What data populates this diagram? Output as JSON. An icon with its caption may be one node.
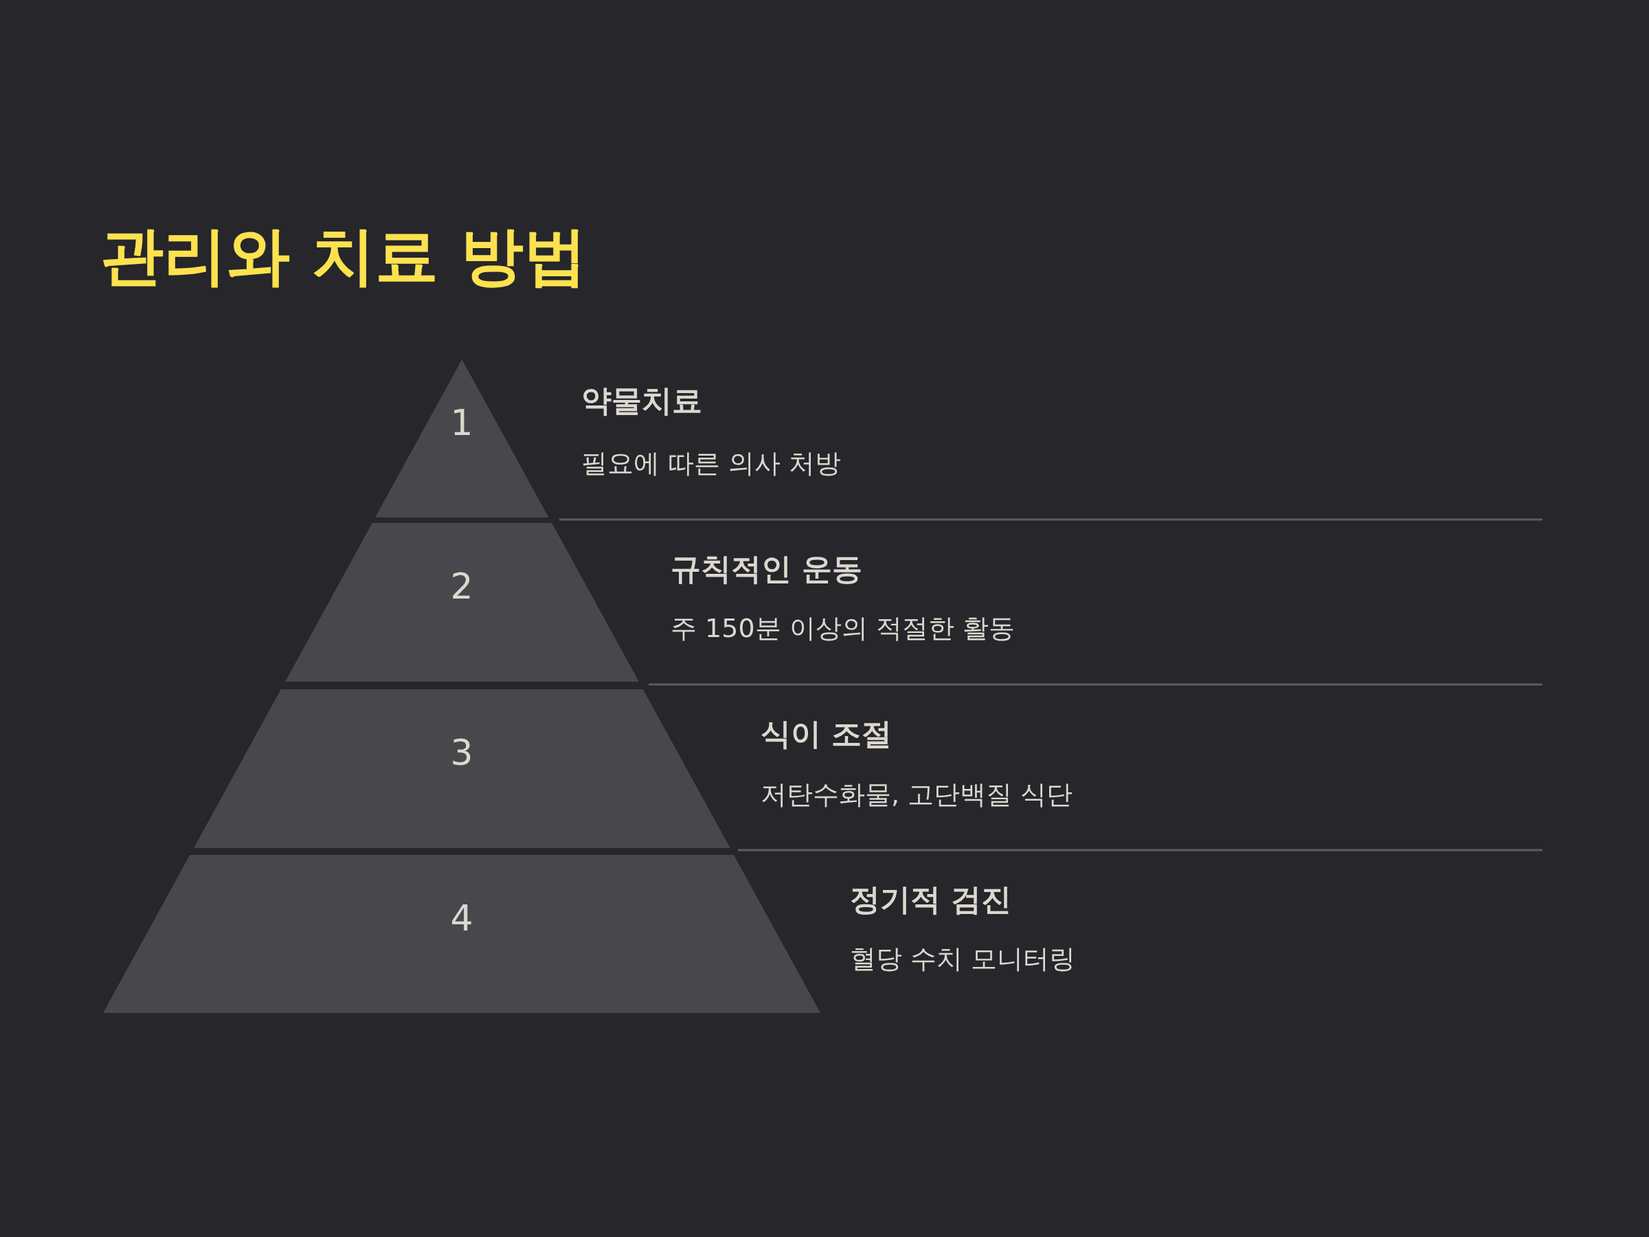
{
  "diagram": {
    "title": "관리와 치료 방법",
    "nodes": [
      {
        "text": [
          "1"
        ],
        "beside": [
          "약물치료",
          "필요에 따른 의사 처방"
        ]
      },
      {
        "text": [
          "2"
        ],
        "beside": [
          "규칙적인 운동",
          "주 150분 이상의 적절한 활동"
        ]
      },
      {
        "text": [
          "3"
        ],
        "beside": [
          "식이 조절",
          "저탄수화물, 고단백질 식단"
        ]
      },
      {
        "text": [
          "4"
        ],
        "beside": [
          "정기적 검진",
          "혈당 수치 모니터링"
        ]
      }
    ]
  }
}
